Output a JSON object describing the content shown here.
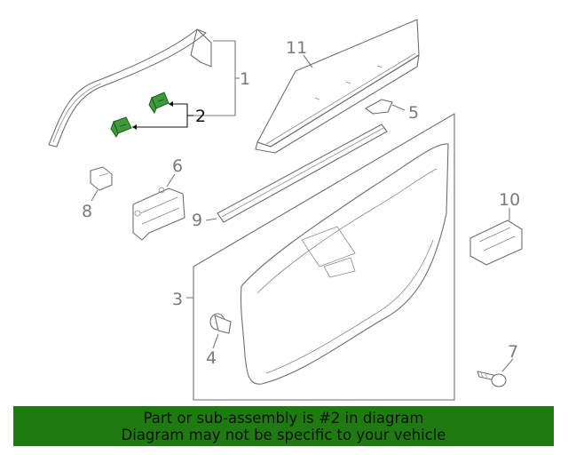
{
  "diagram": {
    "callouts": [
      {
        "id": "1",
        "label": "1",
        "highlighted": false
      },
      {
        "id": "2",
        "label": "2",
        "highlighted": true
      },
      {
        "id": "3",
        "label": "3",
        "highlighted": false
      },
      {
        "id": "4",
        "label": "4",
        "highlighted": false
      },
      {
        "id": "5",
        "label": "5",
        "highlighted": false
      },
      {
        "id": "6",
        "label": "6",
        "highlighted": false
      },
      {
        "id": "7",
        "label": "7",
        "highlighted": false
      },
      {
        "id": "8",
        "label": "8",
        "highlighted": false
      },
      {
        "id": "9",
        "label": "9",
        "highlighted": false
      },
      {
        "id": "10",
        "label": "10",
        "highlighted": false
      },
      {
        "id": "11",
        "label": "11",
        "highlighted": false
      }
    ],
    "highlight_color": "#3f9a3a",
    "line_color": "#6f6f6f"
  },
  "banner": {
    "line1": "Part or sub-assembly is #2 in diagram",
    "line2": "Diagram may not be specific to your vehicle",
    "background": "#1f7a12"
  }
}
